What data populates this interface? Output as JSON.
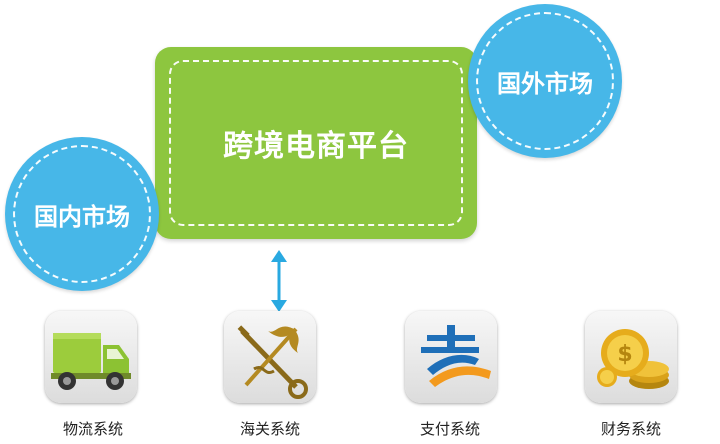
{
  "platform": {
    "title": "跨境电商平台"
  },
  "markets": {
    "foreign": "国外市场",
    "domestic": "国内市场"
  },
  "systems": [
    {
      "label": "物流系统",
      "icon": "truck-icon"
    },
    {
      "label": "海关系统",
      "icon": "customs-emblem-icon"
    },
    {
      "label": "支付系统",
      "icon": "alipay-icon"
    },
    {
      "label": "财务系统",
      "icon": "gold-coins-icon"
    }
  ],
  "colors": {
    "platform_green": "#8dc63f",
    "market_blue": "#47b7e8",
    "arrow_blue": "#29a9e1",
    "alipay_blue": "#1f6fb8",
    "alipay_orange": "#f39a1e",
    "gold": "#e6ac1c"
  }
}
